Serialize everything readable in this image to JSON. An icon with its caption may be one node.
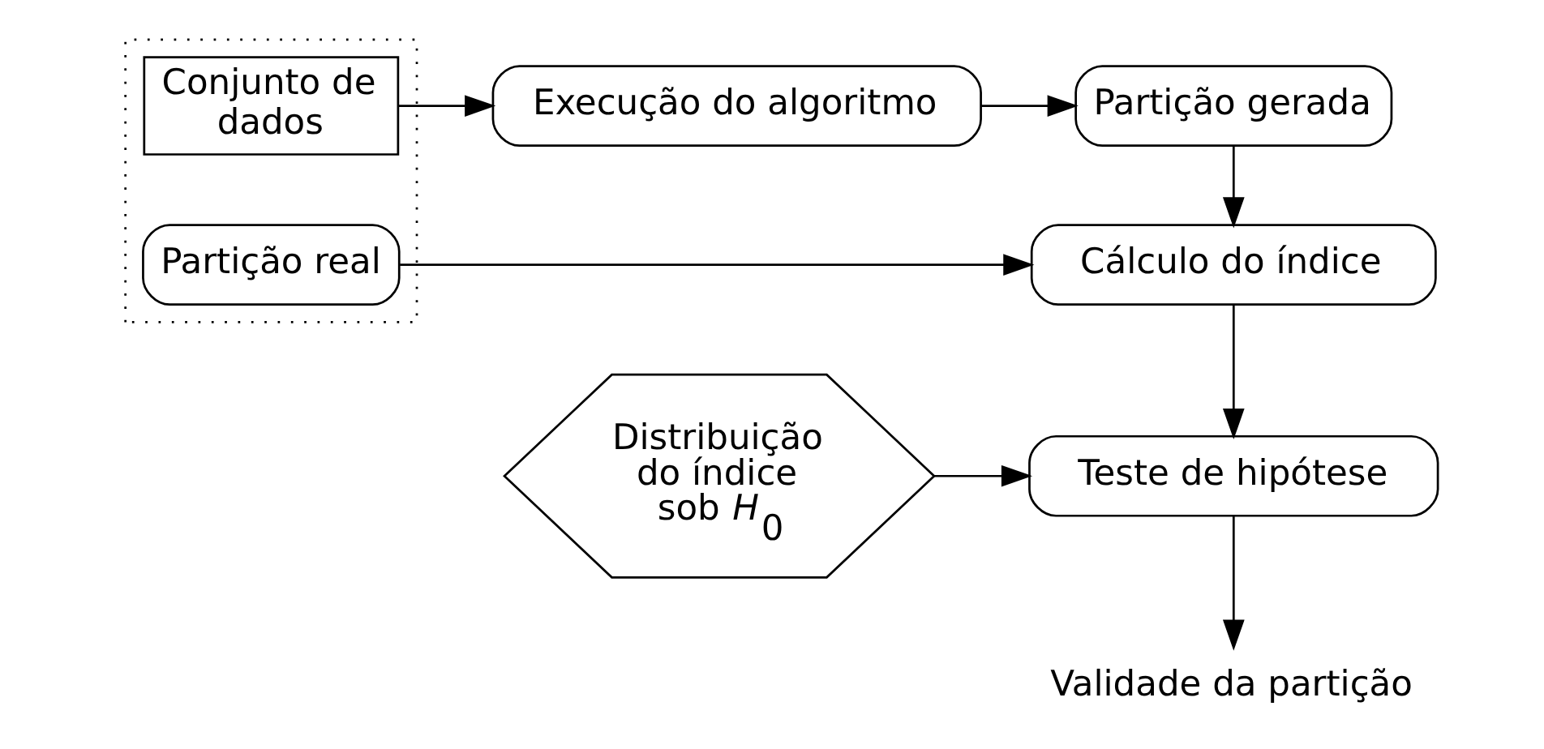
{
  "diagram": {
    "nodes": [
      {
        "text": [],
        "shape": "box"
      },
      {
        "text": [
          "Conjunto de dados"
        ],
        "in": 0
      },
      {
        "text": [
          "Execução do algoritmo"
        ]
      },
      {
        "text": [
          "Partição gerada"
        ]
      },
      {
        "text": [
          "Partição real"
        ],
        "in": 0
      },
      {
        "text": [
          "Cálculo do índice"
        ]
      },
      {
        "text": [
          "Distribuição do índice sob *H*$_{0}$"
        ]
      },
      {
        "text": [
          "Teste de hipótese"
        ]
      },
      {
        "text": [
          "Validade da partição"
        ]
      }
    ],
    "edges": [
      {
        "from": 1,
        "to": 2,
        "arrow": "to"
      },
      {
        "from": 2,
        "to": 3,
        "arrow": "to"
      },
      {
        "from": 3,
        "to": 5,
        "arrow": "to"
      },
      {
        "from": 4,
        "to": 5,
        "arrow": "to"
      },
      {
        "from": 5,
        "to": 7,
        "arrow": "to"
      },
      {
        "from": 6,
        "to": 7,
        "arrow": "to"
      },
      {
        "from": 7,
        "to": 8,
        "arrow": "to"
      }
    ]
  }
}
